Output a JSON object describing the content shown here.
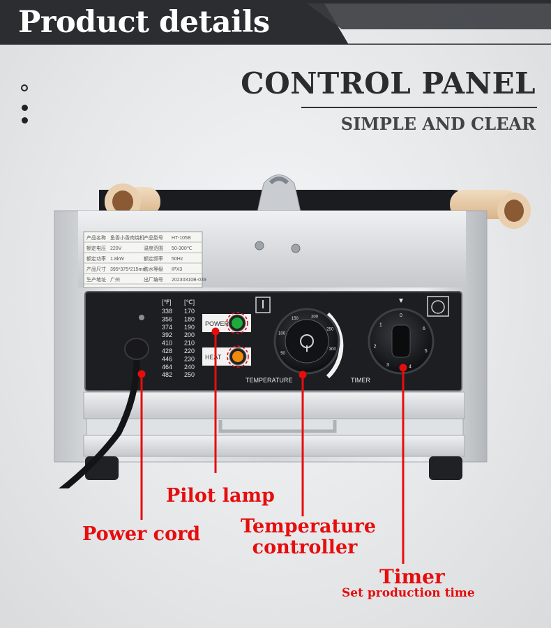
{
  "header": {
    "title": "Product details"
  },
  "section": {
    "heading": "CONTROL PANEL",
    "subheading": "SIMPLE AND CLEAR"
  },
  "nameplate": {
    "rows": [
      [
        "产品名称",
        "鱼香小香肉烧机",
        "产品型号",
        "HT-105B"
      ],
      [
        "额定电压",
        "220V",
        "温度范围",
        "50-300℃"
      ],
      [
        "额定功率",
        "1.8kW",
        "额定频率",
        "50Hz"
      ],
      [
        "产品尺寸",
        "395*375*215mm",
        "防水等级",
        "IPX3"
      ],
      [
        "生产地址",
        "广州",
        "出厂编号",
        "20230310B-039"
      ]
    ]
  },
  "control_panel": {
    "temp_headers": [
      "[℉]",
      "[℃]"
    ],
    "temp_table": [
      [
        "338",
        "170"
      ],
      [
        "356",
        "180"
      ],
      [
        "374",
        "190"
      ],
      [
        "392",
        "200"
      ],
      [
        "410",
        "210"
      ],
      [
        "428",
        "220"
      ],
      [
        "446",
        "230"
      ],
      [
        "464",
        "240"
      ],
      [
        "482",
        "250"
      ]
    ],
    "power_label": "POWER",
    "heat_label": "HEAT",
    "temperature_label": "TEMPERATURE",
    "timer_label": "TIMER",
    "temp_dial_ticks": [
      "50",
      "100",
      "150",
      "200",
      "250",
      "300"
    ],
    "timer_dial_ticks": [
      "0",
      "1",
      "2",
      "3",
      "4",
      "5",
      "6"
    ],
    "power_lamp_color": "#1faa3a",
    "heat_lamp_color": "#f08a0a"
  },
  "callouts": {
    "pilot_lamp": "Pilot lamp",
    "power_cord": "Power cord",
    "temperature_controller": "Temperature\ncontroller",
    "timer": "Timer",
    "timer_sub": "Set production time"
  },
  "colors": {
    "banner": "#2b2d30",
    "callout": "#e60d0d",
    "panel": "#1c1e22"
  }
}
